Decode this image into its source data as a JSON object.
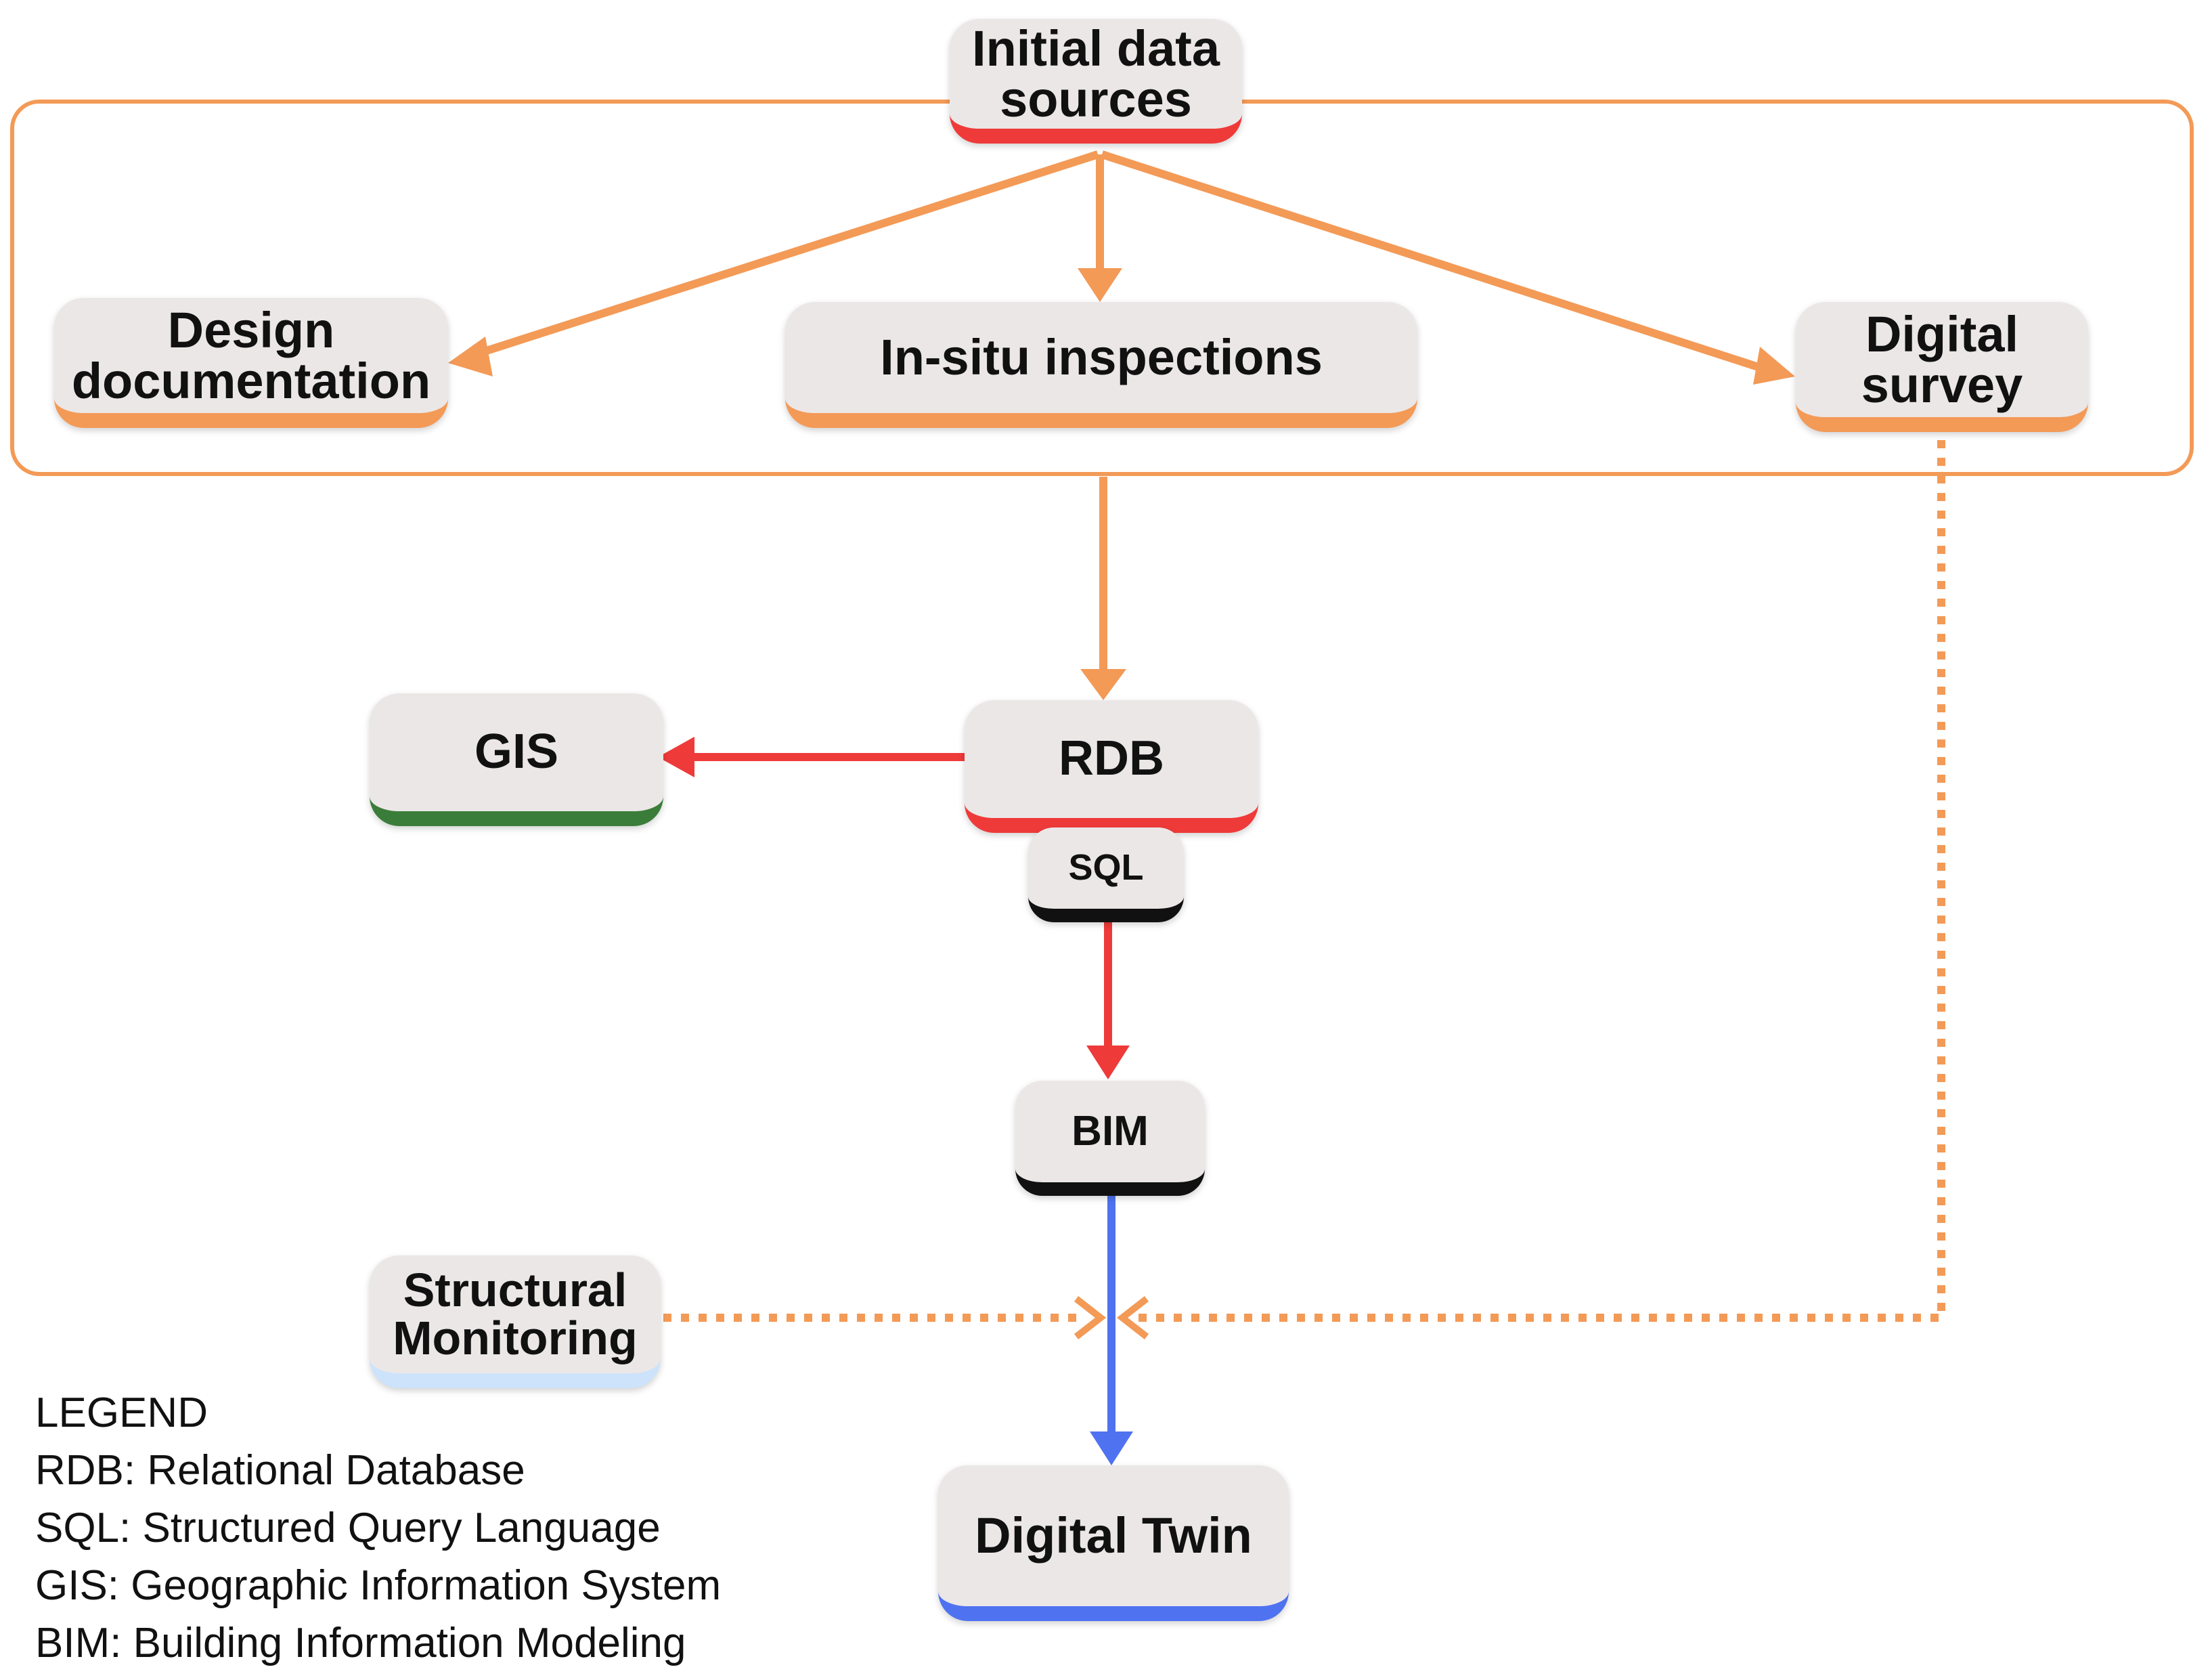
{
  "nodes": {
    "initial": "Initial data\nsources",
    "design": "Design\ndocumentation",
    "insitu": "In-situ inspections",
    "digital_survey": "Digital\nsurvey",
    "rdb": "RDB",
    "gis": "GIS",
    "sql": "SQL",
    "bim": "BIM",
    "structural_monitoring": "Structural\nMonitoring",
    "digital_twin": "Digital Twin"
  },
  "legend": {
    "title": "LEGEND",
    "items": [
      "RDB: Relational Database",
      "SQL: Structured Query Language",
      "GIS: Geographic Information System",
      "BIM: Building Information Modeling"
    ]
  },
  "colors": {
    "orange": "#f39a57",
    "red": "#ef3a3a",
    "green": "#3a7d3a",
    "black": "#111111",
    "light_blue": "#cde3fb",
    "blue": "#4f72f0",
    "node_fill": "#ece7e7"
  },
  "edges": [
    {
      "from": "initial",
      "to": "design",
      "style": "solid",
      "color": "orange"
    },
    {
      "from": "initial",
      "to": "insitu",
      "style": "solid",
      "color": "orange"
    },
    {
      "from": "initial",
      "to": "digital_survey",
      "style": "solid",
      "color": "orange"
    },
    {
      "from": "initial_group",
      "to": "rdb",
      "style": "solid",
      "color": "orange"
    },
    {
      "from": "rdb",
      "to": "gis",
      "style": "solid",
      "color": "red"
    },
    {
      "from": "sql",
      "to": "bim",
      "style": "solid",
      "color": "red"
    },
    {
      "from": "bim",
      "to": "digital_twin",
      "style": "solid",
      "color": "blue"
    },
    {
      "from": "structural_monitoring",
      "to": "bim_twin_link",
      "style": "dotted",
      "color": "orange"
    },
    {
      "from": "digital_survey",
      "to": "bim_twin_link",
      "style": "dotted",
      "color": "orange"
    }
  ]
}
